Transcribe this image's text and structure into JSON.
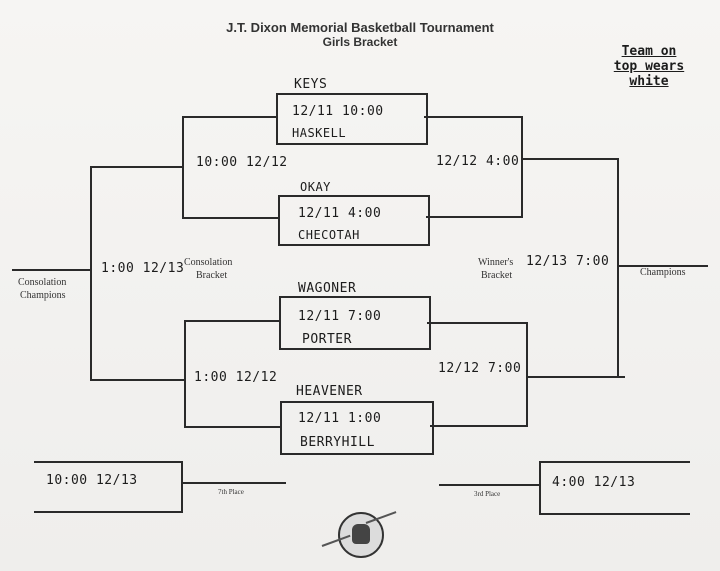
{
  "header": {
    "title": "J.T. Dixon Memorial Basketball Tournament",
    "subtitle": "Girls Bracket"
  },
  "note": {
    "line1": "Team on",
    "line2": "top wears",
    "line3": "white"
  },
  "round1": [
    {
      "top_team": "KEYS",
      "schedule": "12/11  10:00",
      "bottom_team": "HASKELL"
    },
    {
      "top_team": "OKAY",
      "schedule": "12/11  4:00",
      "bottom_team": "CHECOTAH"
    },
    {
      "top_team": "WAGONER",
      "schedule": "12/11  7:00",
      "bottom_team": "PORTER"
    },
    {
      "top_team": "HEAVENER",
      "schedule": "12/11  1:00",
      "bottom_team": "BERRYHILL"
    }
  ],
  "consolation": {
    "upper_semifinal": "10:00  12/12",
    "lower_semifinal": "1:00  12/12",
    "final": "1:00  12/13",
    "label_line1": "Consolation",
    "label_line2": "Bracket",
    "champions_line1": "Consolation",
    "champions_line2": "Champions"
  },
  "winners": {
    "upper_semifinal": "12/12  4:00",
    "lower_semifinal": "12/12  7:00",
    "final": "12/13  7:00",
    "label_line1": "Winner's",
    "label_line2": "Bracket",
    "champions": "Champions"
  },
  "placement": {
    "seventh_time": "10:00    12/13",
    "seventh_label": "7th Place",
    "third_time": "4:00    12/13",
    "third_label": "3rd Place"
  }
}
